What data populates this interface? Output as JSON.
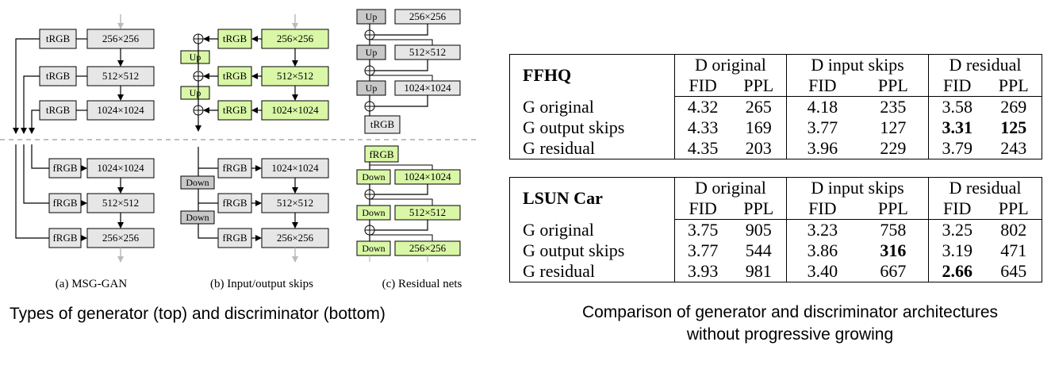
{
  "diagrams": {
    "a": {
      "caption": "(a) MSG-GAN",
      "gen": {
        "rgb": "tRGB",
        "res": [
          "256×256",
          "512×512",
          "1024×1024"
        ]
      },
      "disc": {
        "rgb": "fRGB",
        "res": [
          "1024×1024",
          "512×512",
          "256×256"
        ]
      }
    },
    "b": {
      "caption": "(b) Input/output skips",
      "gen": {
        "rgb": "tRGB",
        "up": "Up",
        "res": [
          "256×256",
          "512×512",
          "1024×1024"
        ]
      },
      "disc": {
        "rgb": "fRGB",
        "down": "Down",
        "res": [
          "1024×1024",
          "512×512",
          "256×256"
        ]
      }
    },
    "c": {
      "caption": "(c) Residual nets",
      "gen": {
        "up": "Up",
        "rgb": "tRGB",
        "res": [
          "256×256",
          "512×512",
          "1024×1024"
        ]
      },
      "disc": {
        "rgb": "fRGB",
        "down": "Down",
        "res": [
          "1024×1024",
          "512×512",
          "256×256"
        ]
      }
    },
    "colors": {
      "gray_box": "#e6e6e6",
      "green_box": "#d9f7a6",
      "gray_op": "#c8c8c8"
    }
  },
  "left_caption": "Types of generator (top) and discriminator (bottom)",
  "tables": {
    "col_groups": [
      "D original",
      "D input skips",
      "D residual"
    ],
    "metrics": [
      "FID",
      "PPL"
    ],
    "ffhq": {
      "name": "FFHQ",
      "rows": [
        {
          "label": "G original",
          "values": [
            "4.32",
            "265",
            "4.18",
            "235",
            "3.58",
            "269"
          ]
        },
        {
          "label": "G output skips",
          "values": [
            "4.33",
            "169",
            "3.77",
            "127",
            "3.31",
            "125"
          ]
        },
        {
          "label": "G residual",
          "values": [
            "4.35",
            "203",
            "3.96",
            "229",
            "3.79",
            "243"
          ]
        }
      ]
    },
    "lsun": {
      "name": "LSUN Car",
      "rows": [
        {
          "label": "G original",
          "values": [
            "3.75",
            "905",
            "3.23",
            "758",
            "3.25",
            "802"
          ]
        },
        {
          "label": "G output skips",
          "values": [
            "3.77",
            "544",
            "3.86",
            "316",
            "3.19",
            "471"
          ]
        },
        {
          "label": "G residual",
          "values": [
            "3.93",
            "981",
            "3.40",
            "667",
            "2.66",
            "645"
          ]
        }
      ]
    }
  },
  "right_caption": [
    "Comparison of generator and discriminator architectures",
    "without progressive growing"
  ]
}
